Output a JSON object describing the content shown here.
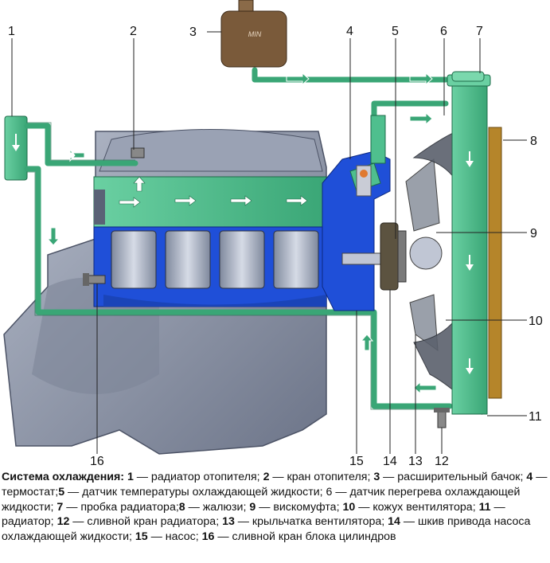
{
  "labels": {
    "n1": "1",
    "n2": "2",
    "n3": "3",
    "n4": "4",
    "n5": "5",
    "n6": "6",
    "n7": "7",
    "n8": "8",
    "n9": "9",
    "n10": "10",
    "n11": "11",
    "n12": "12",
    "n13": "13",
    "n14": "14",
    "n15": "15",
    "n16": "16"
  },
  "tank_label": "MIN",
  "caption": {
    "title": "Система охлаждения:",
    "items": [
      {
        "num": "1",
        "text": " — радиатор отопителя; "
      },
      {
        "num": "2",
        "text": " — кран отопителя; "
      },
      {
        "num": "3",
        "text": " — расширительный бачок; "
      },
      {
        "num": "4",
        "text": " — термостат;"
      },
      {
        "num": "5",
        "text": " — датчик температуры охлаждающей жидкости; 6 — датчик перегрева охлаждающей жидкости; "
      },
      {
        "num": "7",
        "text": " — пробка радиатора;"
      },
      {
        "num": "8",
        "text": " — жалюзи; "
      },
      {
        "num": "9",
        "text": " — вискомуфта; "
      },
      {
        "num": "10",
        "text": " — кожух вентилятора; "
      },
      {
        "num": "11",
        "text": " — радиатор; "
      },
      {
        "num": "12",
        "text": " — сливной кран радиатора; "
      },
      {
        "num": "13",
        "text": " — крыльчатка вентилятора; "
      },
      {
        "num": "14",
        "text": " — шкив привода насоса охлаждающей жидкости; "
      },
      {
        "num": "15",
        "text": " — насос; "
      },
      {
        "num": "16",
        "text": " — сливной кран блока цилиндров"
      }
    ]
  },
  "colors": {
    "coolant_green": "#4fbf8e",
    "block_blue": "#1f4fd8",
    "engine_grey": "#8e96a8",
    "tank_brown": "#7a5a3a"
  }
}
